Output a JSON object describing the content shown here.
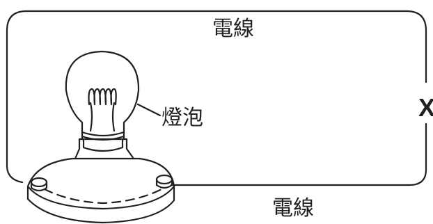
{
  "labels": {
    "wire_top": "電線",
    "wire_bottom": "電線",
    "bulb": "燈泡",
    "gap": "X"
  },
  "colors": {
    "line": "#231f20",
    "background": "#ffffff"
  }
}
